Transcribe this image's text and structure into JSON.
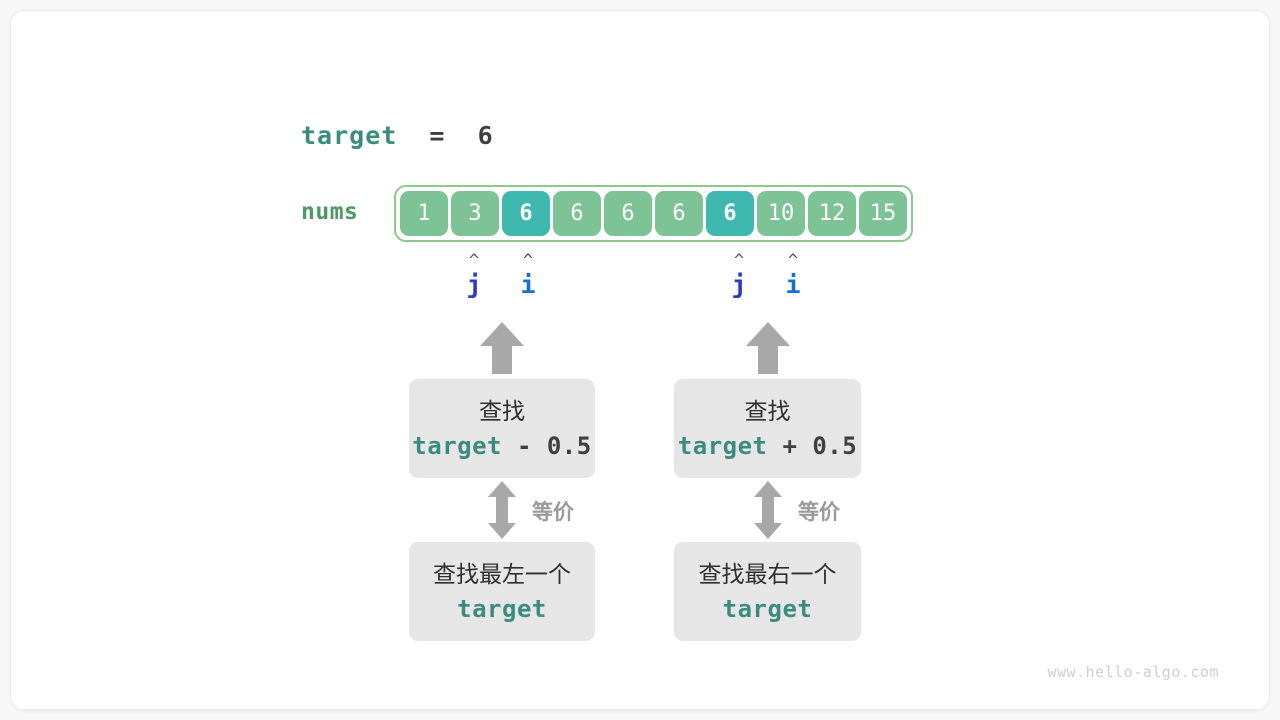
{
  "diagram": {
    "title_expression": {
      "var_label": "target",
      "operator": "=",
      "value": "6"
    },
    "array": {
      "label": "nums",
      "cells": [
        {
          "value": "1",
          "highlighted": false
        },
        {
          "value": "3",
          "highlighted": false
        },
        {
          "value": "6",
          "highlighted": true
        },
        {
          "value": "6",
          "highlighted": false
        },
        {
          "value": "6",
          "highlighted": false
        },
        {
          "value": "6",
          "highlighted": false
        },
        {
          "value": "6",
          "highlighted": true
        },
        {
          "value": "10",
          "highlighted": false
        },
        {
          "value": "12",
          "highlighted": false
        },
        {
          "value": "15",
          "highlighted": false
        }
      ],
      "cell_color": "#7ec396",
      "highlight_color": "#3fb8b0",
      "frame_border_color": "#8cc98c"
    },
    "pointers": [
      {
        "group": "left",
        "name": "j",
        "caret": "^",
        "cell_index": 1,
        "color": "#2b39c4"
      },
      {
        "group": "left",
        "name": "i",
        "caret": "^",
        "cell_index": 2,
        "color": "#176fd4"
      },
      {
        "group": "right",
        "name": "j",
        "caret": "^",
        "cell_index": 6,
        "color": "#2b39c4"
      },
      {
        "group": "right",
        "name": "i",
        "caret": "^",
        "cell_index": 7,
        "color": "#176fd4"
      }
    ],
    "left_branch": {
      "top_box": {
        "line1": "查找",
        "code_token": "target",
        "code_rest": " - 0.5"
      },
      "equivalence_label": "等价",
      "bottom_box": {
        "line1": "查找最左一个",
        "code_token": "target"
      }
    },
    "right_branch": {
      "top_box": {
        "line1": "查找",
        "code_token": "target",
        "code_rest": " + 0.5"
      },
      "equivalence_label": "等价",
      "bottom_box": {
        "line1": "查找最右一个",
        "code_token": "target"
      }
    },
    "watermark": "www.hello-algo.com",
    "colors": {
      "accent_teal": "#3b8c7e",
      "green_label": "#4a9b62",
      "arrow_gray": "#a8a8a8",
      "box_gray": "#e6e6e6"
    }
  }
}
